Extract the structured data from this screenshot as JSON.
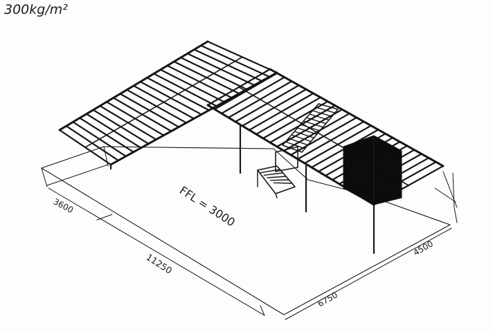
{
  "load_label": "300kg/m²",
  "ffl_label": "FFL = 3000",
  "dimensions": {
    "width_left": "3600",
    "length_front": "11250",
    "length_right": "6750",
    "depth_right": "4500"
  },
  "colors": {
    "ink": "#151515",
    "paper": "#fdfdfd",
    "solid_fill": "#0c0c0c"
  }
}
